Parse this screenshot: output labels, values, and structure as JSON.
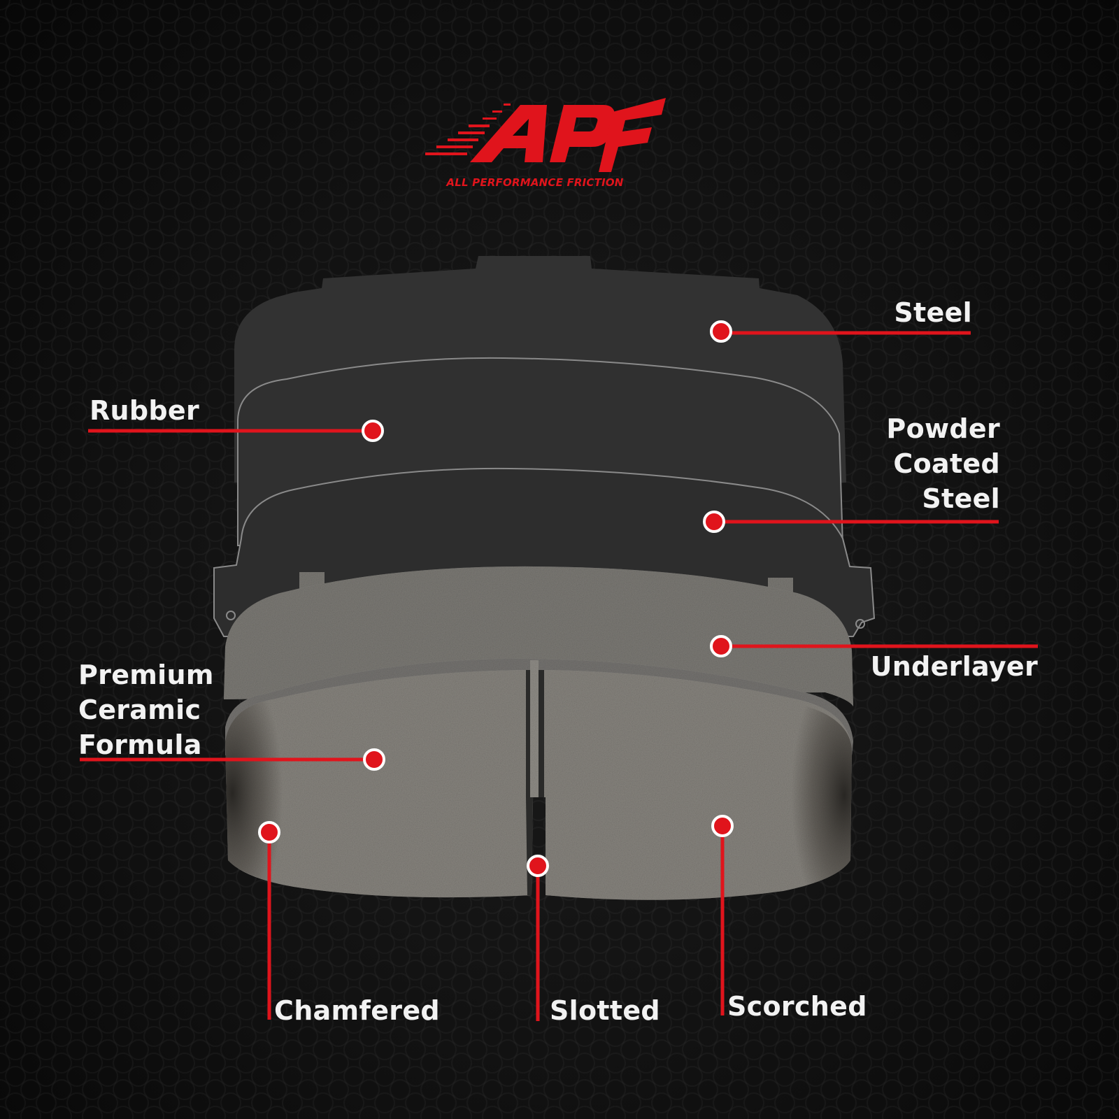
{
  "brand": {
    "logo_text": "APF",
    "tagline": "ALL PERFORMANCE FRICTION",
    "accent_color": "#e0141c"
  },
  "callouts": {
    "steel": "Steel",
    "rubber": "Rubber",
    "powder_coated_steel": [
      "Powder",
      "Coated",
      "Steel"
    ],
    "underlayer": "Underlayer",
    "premium_ceramic_formula": [
      "Premium",
      "Ceramic",
      "Formula"
    ],
    "chamfered": "Chamfered",
    "slotted": "Slotted",
    "scorched": "Scorched"
  },
  "colors": {
    "background": "#0c0c0c",
    "plate_dark": "#333333",
    "pad_gray": "#7d7b76",
    "marker_red": "#e0141c",
    "text": "#f2f2f2"
  }
}
